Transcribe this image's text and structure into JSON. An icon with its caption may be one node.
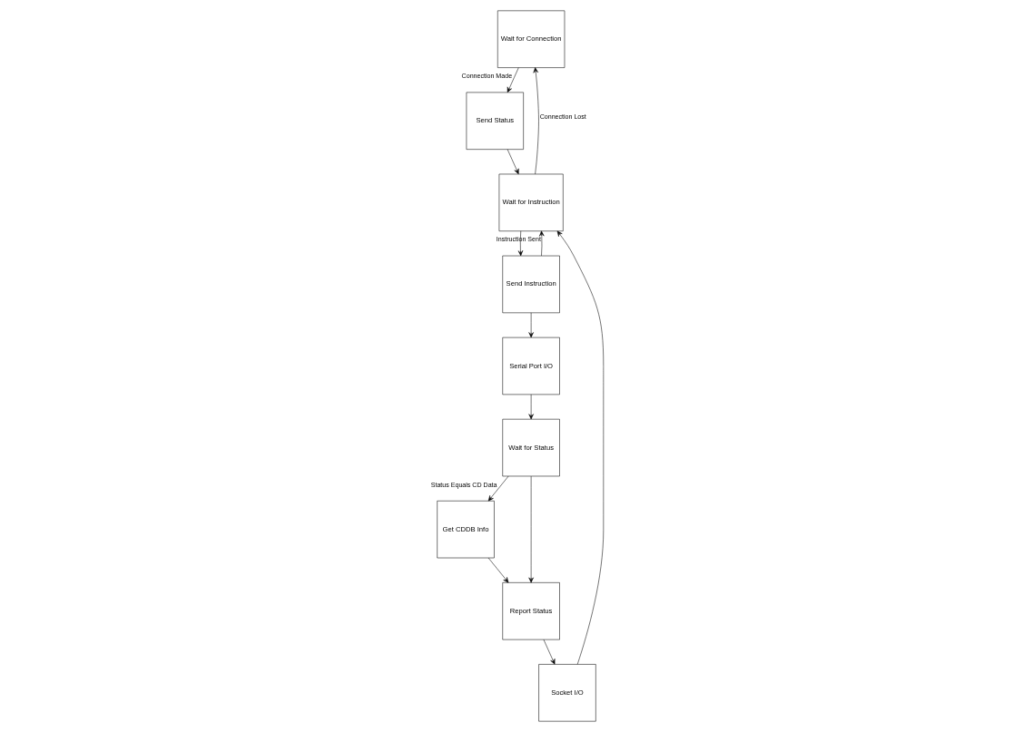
{
  "diagram": {
    "nodes": [
      {
        "text": [
          "Wait for Connection"
        ]
      },
      {
        "text": [
          "Send Status"
        ]
      },
      {
        "text": [
          "Wait for Status"
        ]
      },
      {
        "text": [
          "Get CDDB Info"
        ]
      },
      {
        "text": [
          "Wait for Instruction"
        ]
      },
      {
        "text": [
          "Socket I/O"
        ]
      },
      {
        "text": [
          "Report Status"
        ]
      },
      {
        "text": [
          "Send Instruction"
        ]
      },
      {
        "text": [
          "Serial Port I/O"
        ]
      }
    ],
    "edges": [
      {
        "from": 0,
        "to": 1,
        "arrow": "to",
        "label": "Connection Made"
      },
      {
        "from": 1,
        "to": 4,
        "arrow": "to"
      },
      {
        "from": 7,
        "to": 4,
        "arrow": "to",
        "label": "Instruction Sent"
      },
      {
        "from": 4,
        "to": 0,
        "arrow": "to",
        "label": "Connection Lost"
      },
      {
        "from": 2,
        "to": 3,
        "arrow": "to",
        "label": "Status Equals CD Data"
      },
      {
        "from": 2,
        "to": 6,
        "arrow": "to"
      },
      {
        "from": 3,
        "to": 6,
        "arrow": "to"
      },
      {
        "from": 6,
        "to": 5,
        "arrow": "to"
      },
      {
        "from": 5,
        "to": 4,
        "arrow": "to"
      },
      {
        "from": 4,
        "to": 7,
        "arrow": "to"
      },
      {
        "from": 7,
        "to": 8,
        "arrow": "to"
      },
      {
        "from": 8,
        "to": 2,
        "arrow": "to"
      }
    ]
  }
}
